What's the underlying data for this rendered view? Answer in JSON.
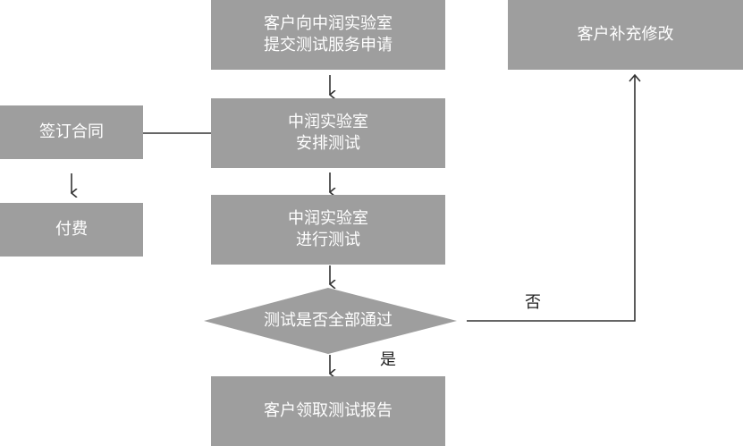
{
  "nodes": {
    "submit": {
      "lines": [
        "客户向中润实验室",
        "提交测试服务申请"
      ]
    },
    "schedule": {
      "lines": [
        "中润实验室",
        "安排测试"
      ]
    },
    "test": {
      "lines": [
        "中润实验室",
        "进行测试"
      ]
    },
    "decision": {
      "label": "测试是否全部通过"
    },
    "report": {
      "label": "客户领取测试报告"
    },
    "contract": {
      "label": "签订合同"
    },
    "pay": {
      "label": "付费"
    },
    "modify": {
      "label": "客户补充修改"
    }
  },
  "edges": {
    "no_label": "否",
    "yes_label": "是"
  },
  "colors": {
    "node_fill": "#9e9e9e",
    "node_text": "#ffffff",
    "line": "#333333"
  }
}
